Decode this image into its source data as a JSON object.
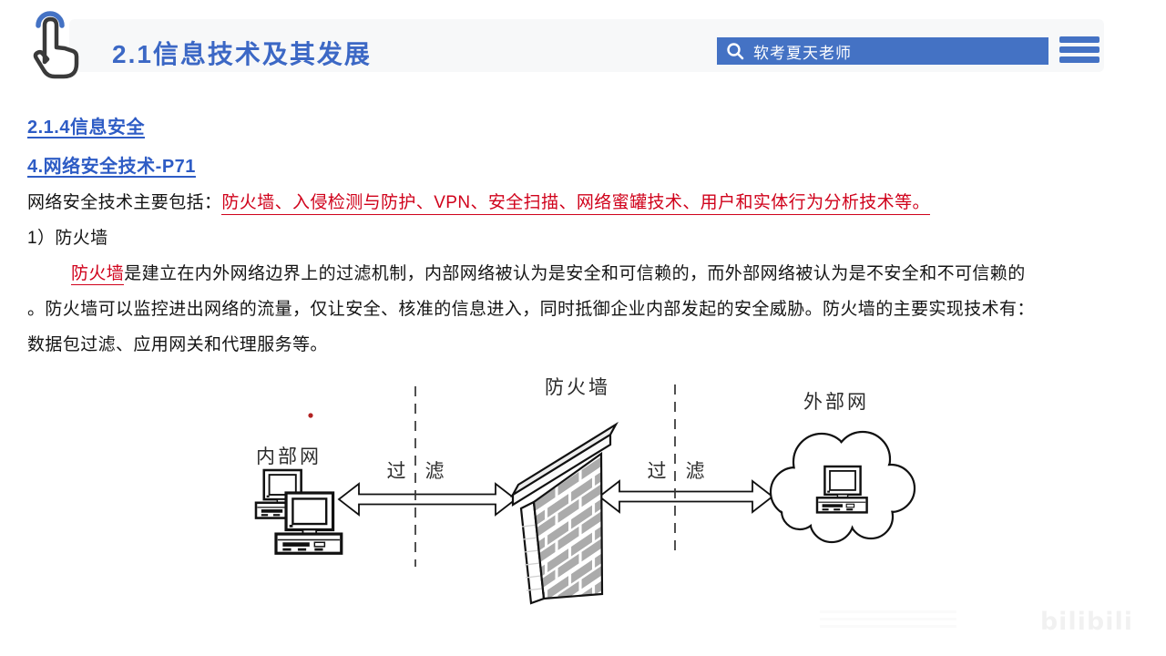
{
  "header": {
    "title": "2.1信息技术及其发展",
    "search_text": "软考夏天老师"
  },
  "content": {
    "heading1": "2.1.4信息安全",
    "heading2": "4.网络安全技术-P71",
    "intro_prefix": "网络安全技术主要包括：",
    "intro_highlight": "防火墙、入侵检测与防护、VPN、安全扫描、网络蜜罐技术、用户和实体行为分析技术等。",
    "list_item1": "1）防火墙",
    "para_term": "防火墙",
    "para_line1_rest": "是建立在内外网络边界上的过滤机制，内部网络被认为是安全和可信赖的，而外部网络被认为是不安全和不可信赖的",
    "para_line2": "。防火墙可以监控进出网络的流量，仅让安全、核准的信息进入，同时抵御企业内部发起的安全威胁。防火墙的主要实现技术有：",
    "para_line3": "数据包过滤、应用网关和代理服务等。"
  },
  "diagram": {
    "firewall_label": "防火墙",
    "internal_label": "内部网",
    "external_label": "外部网",
    "filter_left": "过　滤",
    "filter_right": "过　滤"
  },
  "watermark": "bilibili",
  "colors": {
    "accent_blue": "#4472c4",
    "link_blue": "#2e5cc5",
    "highlight_red": "#d0021b"
  }
}
